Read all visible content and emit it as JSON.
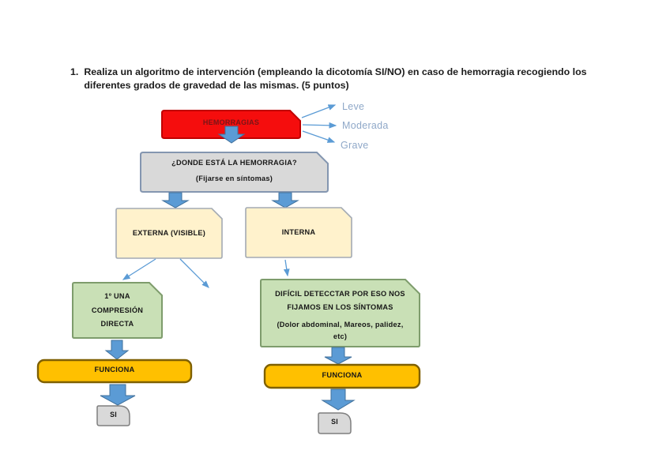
{
  "question": {
    "number": "1.",
    "text": "Realiza un algoritmo de intervención (empleando la dicotomía SI/NO) en caso de hemorragia recogiendo los diferentes grados de gravedad de las mismas. (5 puntos)"
  },
  "diagram": {
    "severity_levels": [
      "Leve",
      "Moderada",
      "Grave"
    ],
    "hemorragias": {
      "label": "HEMORRAGIAS"
    },
    "donde": {
      "line1": "¿DONDE ESTÁ LA HEMORRAGIA?",
      "line2": "(Fijarse en síntomas)"
    },
    "externa": {
      "label": "EXTERNA (VISIBLE)"
    },
    "interna": {
      "label": "INTERNA"
    },
    "compresion": {
      "line1": "1º UNA",
      "line2": "COMPRESIÓN",
      "line3": "DIRECTA"
    },
    "dificil": {
      "line1": "DIFÍCIL DETECCTAR POR ESO NOS",
      "line2": "FIJAMOS EN LOS SÍNTOMAS",
      "line3": "(Dolor abdominal, Mareos, palidez,",
      "line4": "etc)"
    },
    "funciona_left": {
      "label": "FUNCIONA"
    },
    "funciona_right": {
      "label": "FUNCIONA"
    },
    "si_left": {
      "label": "SI"
    },
    "si_right": {
      "label": "SI"
    }
  },
  "colors": {
    "red_fill": "#F50D0D",
    "red_border": "#C00000",
    "red_text": "#7A1517",
    "block_arrow_fill": "#5B9BD5",
    "block_arrow_border": "#41719C",
    "connector_blue": "#5B9BD5",
    "gray_box_fill": "#D9D9D9",
    "gray_box_border": "#8496B0",
    "cream_fill": "#FFF2CC",
    "cream_border": "#A3AAB3",
    "green_fill": "#C9E0B6",
    "green_border": "#7E9C6C",
    "orange_fill": "#FFC000",
    "orange_border": "#7F6000",
    "si_fill": "#D9D9D9",
    "si_border": "#7F7F7F",
    "severity_text": "#8FA8C8",
    "question_text": "#1C1C1C"
  }
}
